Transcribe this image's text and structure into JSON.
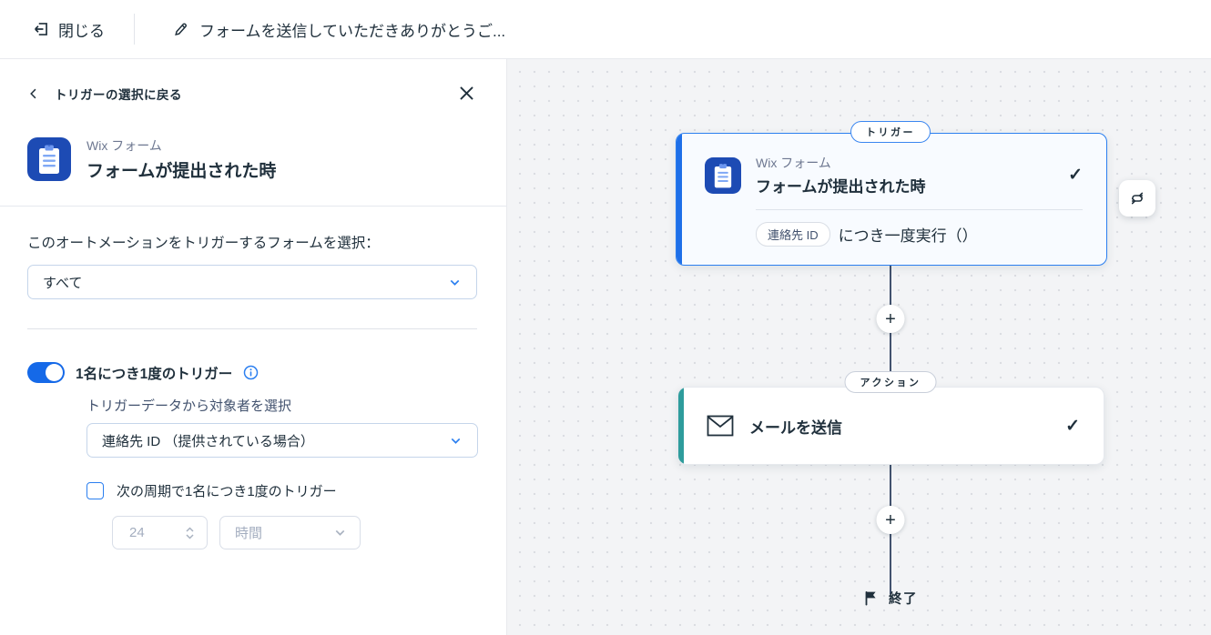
{
  "topbar": {
    "close_label": "閉じる",
    "automation_title": "フォームを送信していただきありがとうご..."
  },
  "sidebar": {
    "back_label": "トリガーの選択に戻る",
    "app_name": "Wix フォーム",
    "trigger_title": "フォームが提出された時",
    "form_select_label": "このオートメーションをトリガーするフォームを選択：",
    "form_select_value": "すべて",
    "once_per_person_label": "1名につき1度のトリガー",
    "audience_label": "トリガーデータから対象者を選択",
    "audience_value": "連絡先 ID （提供されている場合）",
    "cycle_checkbox_label": "次の周期で1名につき1度のトリガー",
    "cycle_value": "24",
    "cycle_unit_placeholder": "時間"
  },
  "canvas": {
    "trigger_badge": "トリガー",
    "trigger_card": {
      "app_name": "Wix フォーム",
      "title": "フォームが提出された時",
      "chip": "連絡先 ID",
      "chip_suffix": "につき一度実行（）"
    },
    "action_badge": "アクション",
    "action_card": {
      "title": "メールを送信"
    },
    "end_label": "終了"
  },
  "icons": {
    "plus": "+",
    "check": "✓"
  },
  "colors": {
    "accent_blue": "#1E6FE8",
    "trigger_border": "#2B7FF0",
    "action_teal": "#2E9C9C",
    "text_navy": "#20303C",
    "muted_gray": "#6E7891",
    "canvas_bg": "#F3F4F6"
  }
}
